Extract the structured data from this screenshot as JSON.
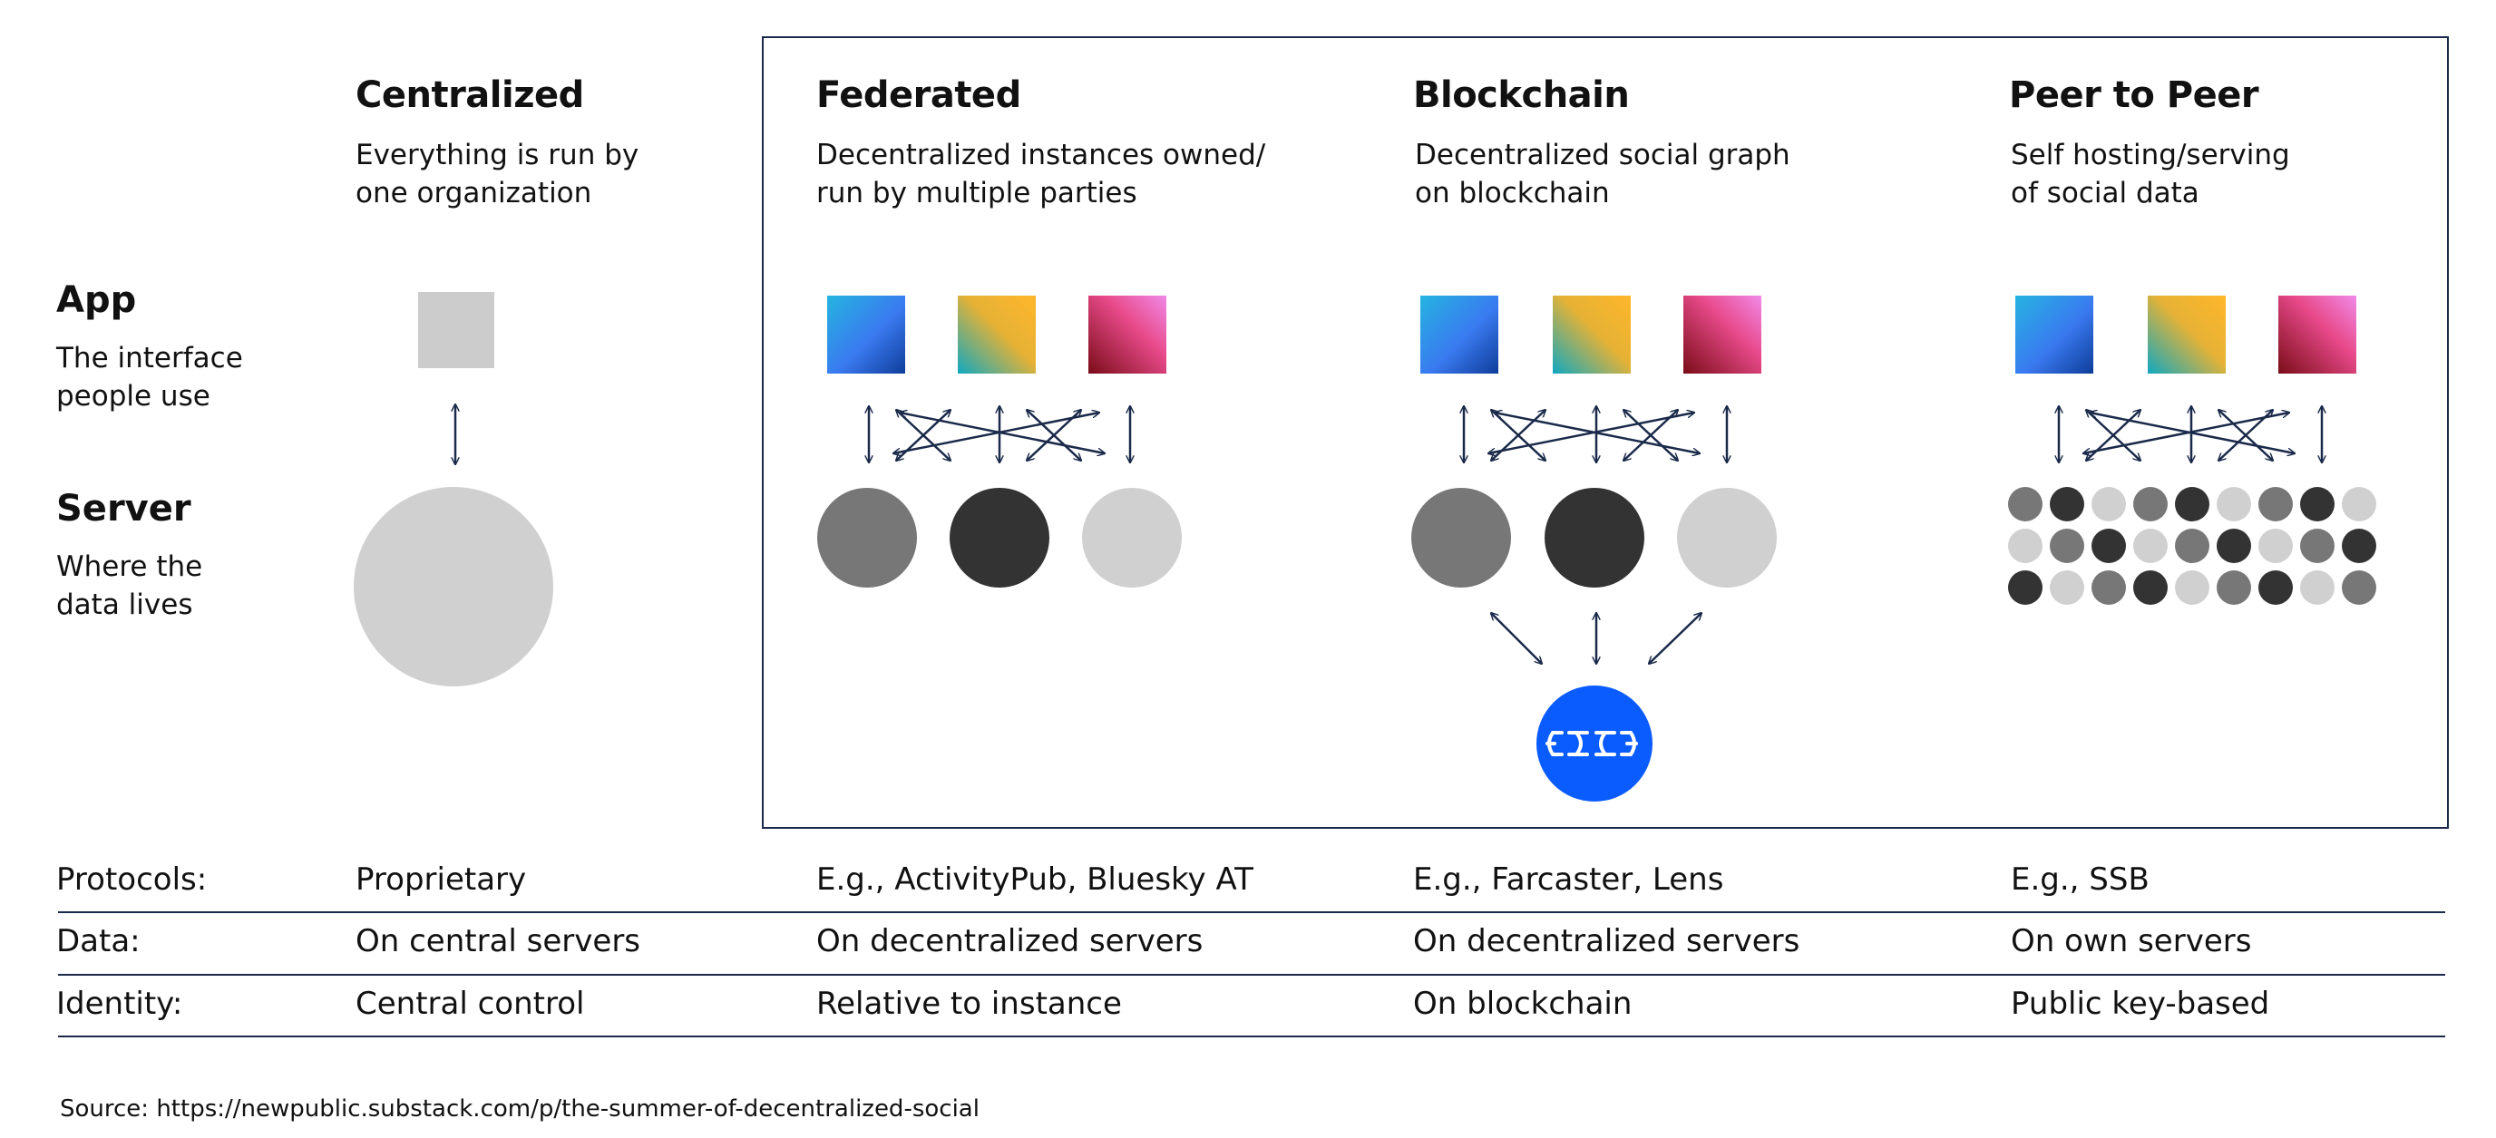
{
  "rows": {
    "app": {
      "title": "App",
      "desc": [
        "The interface",
        "people use"
      ]
    },
    "server": {
      "title": "Server",
      "desc": [
        "Where the",
        "data lives"
      ]
    }
  },
  "columns": [
    {
      "title": "Centralized",
      "desc": [
        "Everything is run by",
        "one organization"
      ]
    },
    {
      "title": "Federated",
      "desc": [
        "Decentralized instances owned/",
        "run by multiple parties"
      ]
    },
    {
      "title": "Blockchain",
      "desc": [
        "Decentralized social graph",
        "on blockchain"
      ]
    },
    {
      "title": "Peer to Peer",
      "desc": [
        "Self hosting/serving",
        "of social data"
      ]
    }
  ],
  "table": {
    "row_labels": [
      "Protocols:",
      "Data:",
      "Identity:"
    ],
    "cells": [
      [
        "Proprietary",
        "E.g., ActivityPub, Bluesky AT",
        "E.g., Farcaster, Lens",
        "E.g., SSB"
      ],
      [
        "On central servers",
        "On decentralized servers",
        "On decentralized servers",
        "On own servers"
      ],
      [
        "Central control",
        "Relative to instance",
        "On blockchain",
        "Public key-based"
      ]
    ]
  },
  "source": "Source: https://newpublic.substack.com/p/the-summer-of-decentralized-social",
  "icons": {
    "blockchain": "chain-link-icon"
  },
  "colors": {
    "frame": "#1b2a4a",
    "blockchain_blue": "#0a5cff",
    "server_light": "#d0d0d0",
    "server_mid": "#777777",
    "server_dark": "#333333"
  }
}
